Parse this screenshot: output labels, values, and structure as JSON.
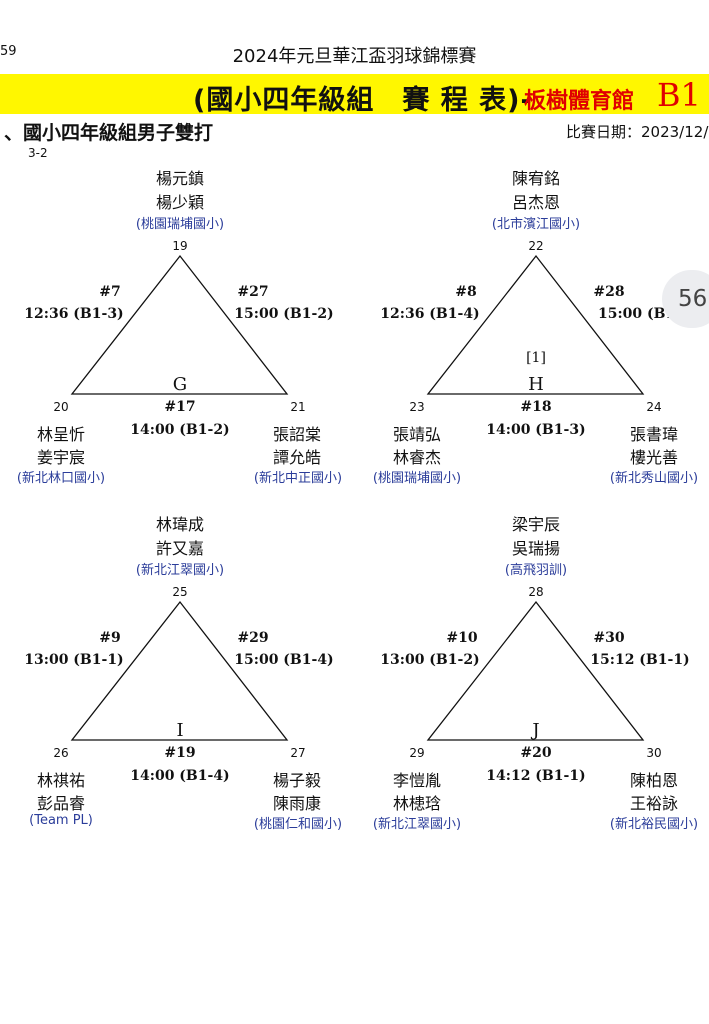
{
  "header": {
    "page_number": "59",
    "title": "2024年元旦華江盃羽球錦標賽",
    "group_title": "(國小四年級組　賽 程 表)-",
    "venue": "板樹體育館",
    "court": "B1",
    "event_title": "、國小四年級組男子雙打",
    "date_label": "比賽日期：2023/12/",
    "sub_code": "3-2"
  },
  "badge": {
    "page_indicator": "56"
  },
  "groups": [
    {
      "label": "G",
      "seed_mark": "",
      "top": {
        "no": "19",
        "names": [
          "楊元鎮",
          "楊少穎"
        ],
        "school": "(桃園瑞埔國小)"
      },
      "left": {
        "no": "20",
        "names": [
          "林呈忻",
          "姜宇宸"
        ],
        "school": "(新北林口國小)"
      },
      "right": {
        "no": "21",
        "names": [
          "張詔棠",
          "譚允皓"
        ],
        "school": "(新北中正國小)"
      },
      "match_left": {
        "no": "#7",
        "time": "12:36 (B1-3)"
      },
      "match_right": {
        "no": "#27",
        "time": "15:00 (B1-2)"
      },
      "match_bottom": {
        "no": "#17",
        "time": "14:00 (B1-2)"
      }
    },
    {
      "label": "H",
      "seed_mark": "[1]",
      "top": {
        "no": "22",
        "names": [
          "陳宥銘",
          "呂杰恩"
        ],
        "school": "(北市濱江國小)"
      },
      "left": {
        "no": "23",
        "names": [
          "張靖弘",
          "林睿杰"
        ],
        "school": "(桃園瑞埔國小)"
      },
      "right": {
        "no": "24",
        "names": [
          "張書瑋",
          "樓光善"
        ],
        "school": "(新北秀山國小)"
      },
      "match_left": {
        "no": "#8",
        "time": "12:36 (B1-4)"
      },
      "match_right": {
        "no": "#28",
        "time": "15:00 (B1-"
      },
      "match_bottom": {
        "no": "#18",
        "time": "14:00 (B1-3)"
      }
    },
    {
      "label": "I",
      "seed_mark": "",
      "top": {
        "no": "25",
        "names": [
          "林瑋成",
          "許又嘉"
        ],
        "school": "(新北江翠國小)"
      },
      "left": {
        "no": "26",
        "names": [
          "林祺祐",
          "彭品睿"
        ],
        "school": "(Team PL)"
      },
      "right": {
        "no": "27",
        "names": [
          "楊子毅",
          "陳雨康"
        ],
        "school": "(桃園仁和國小)"
      },
      "match_left": {
        "no": "#9",
        "time": "13:00 (B1-1)"
      },
      "match_right": {
        "no": "#29",
        "time": "15:00 (B1-4)"
      },
      "match_bottom": {
        "no": "#19",
        "time": "14:00 (B1-4)"
      }
    },
    {
      "label": "J",
      "seed_mark": "",
      "top": {
        "no": "28",
        "names": [
          "梁宇辰",
          "吳瑞揚"
        ],
        "school": "(高飛羽訓)"
      },
      "left": {
        "no": "29",
        "names": [
          "李愷胤",
          "林槵琀"
        ],
        "school": "(新北江翠國小)"
      },
      "right": {
        "no": "30",
        "names": [
          "陳柏恩",
          "王裕詠"
        ],
        "school": "(新北裕民國小)"
      },
      "match_left": {
        "no": "#10",
        "time": "13:00 (B1-2)"
      },
      "match_right": {
        "no": "#30",
        "time": "15:12 (B1-1)"
      },
      "match_bottom": {
        "no": "#20",
        "time": "14:12 (B1-1)"
      }
    }
  ]
}
